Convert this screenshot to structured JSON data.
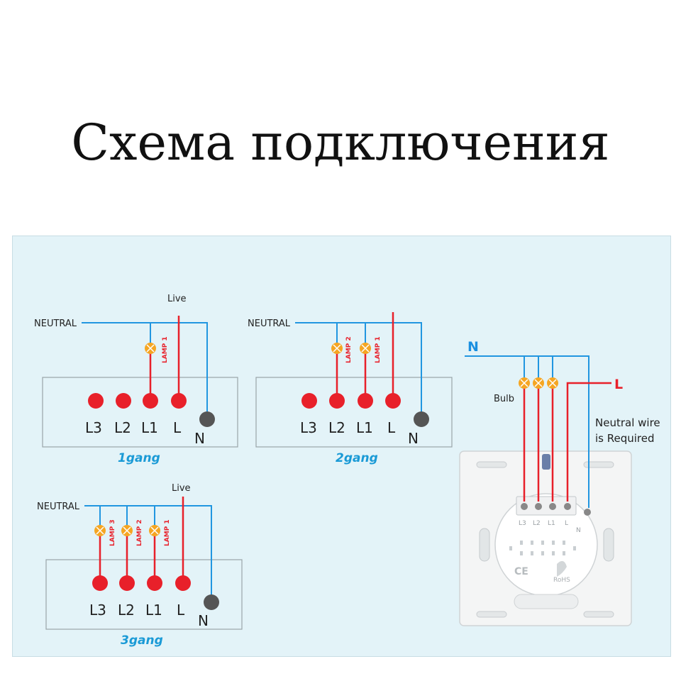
{
  "title": "Схема подключения",
  "colors": {
    "neutral_wire": "#2196e0",
    "live_wire": "#e8202a",
    "lamp": "#f5a623",
    "terminal_live": "#e8202a",
    "terminal_neutral": "#555555",
    "panel_bg": "#e3f3f8",
    "gang_label": "#1a9ad6"
  },
  "diagrams": {
    "one_gang": {
      "neutral_label": "NEUTRAL",
      "live_label": "Live",
      "lamps": [
        "LAMP 1"
      ],
      "terminals": [
        "L3",
        "L2",
        "L1",
        "L"
      ],
      "neutral_terminal": "N",
      "caption": "1gang"
    },
    "two_gang": {
      "neutral_label": "NEUTRAL",
      "lamps": [
        "LAMP 2",
        "LAMP 1"
      ],
      "terminals": [
        "L3",
        "L2",
        "L1",
        "L"
      ],
      "neutral_terminal": "N",
      "caption": "2gang"
    },
    "three_gang": {
      "neutral_label": "NEUTRAL",
      "live_label": "Live",
      "lamps": [
        "LAMP 3",
        "LAMP 2",
        "LAMP 1"
      ],
      "terminals": [
        "L3",
        "L2",
        "L1",
        "L"
      ],
      "neutral_terminal": "N",
      "caption": "3gang"
    }
  },
  "device": {
    "n_label": "N",
    "l_label": "L",
    "bulb_label": "Bulb",
    "neutral_note_line1": "Neutral wire",
    "neutral_note_line2": "is Required",
    "terminal_labels": [
      "L3",
      "L2",
      "L1",
      "L"
    ],
    "n_terminal": "N",
    "rohs": "RoHS",
    "ce": "CE"
  }
}
